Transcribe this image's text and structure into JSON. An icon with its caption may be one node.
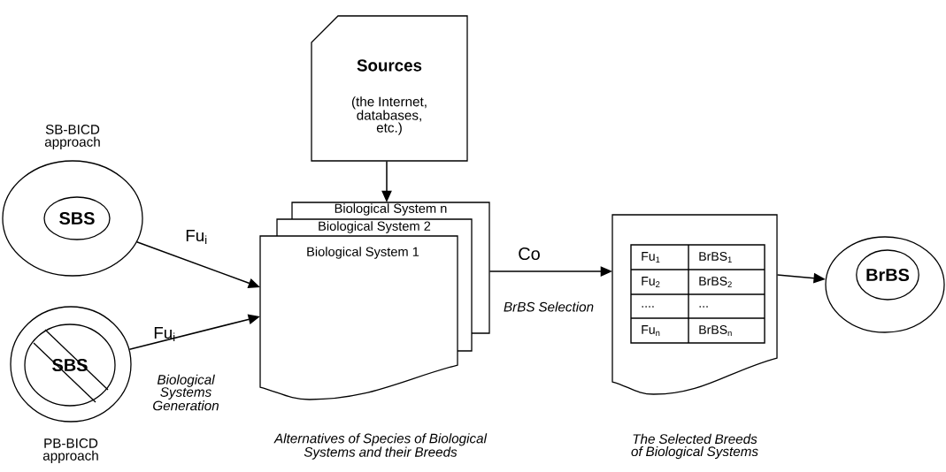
{
  "diagram": {
    "nodes": [
      {
        "text": [
          "SB-BICD approach"
        ]
      },
      {
        "text": [
          "SBS"
        ],
        "in": 0
      },
      {
        "text": [
          "PB-BICD approach"
        ]
      },
      {
        "text": [
          "SBS"
        ],
        "in": 2
      },
      {
        "text": [
          "Sources",
          "(the Internet, databases, etc.)"
        ]
      },
      {
        "text": [
          "Biological System n",
          "Biological System 2",
          "Biological System 1"
        ]
      },
      {
        "text": [],
        "shape": "document"
      },
      {
        "text": [],
        "shape": "circle"
      },
      {
        "text": [
          "BrBS"
        ],
        "in": 7
      }
    ],
    "edges": [
      {
        "from": 0,
        "to": 5,
        "arrow": "to",
        "label": "Fu$_{i}$"
      },
      {
        "from": 2,
        "to": 5,
        "arrow": "to",
        "label": "Fu$_{i}$"
      },
      {
        "from": 4,
        "to": 5,
        "arrow": "to"
      },
      {
        "from": 5,
        "to": 6,
        "arrow": "to",
        "label": "Co"
      },
      {
        "from": 6,
        "to": 7,
        "arrow": "to"
      }
    ],
    "labels": [
      "Biological Systems Generation",
      "BrBS Selection",
      "Fu$_{1}$",
      "BrBS$_{1}$",
      "Fu$_{2}$",
      "BrBS$_{2}$",
      "....",
      "...",
      "Fu$_{n}$",
      "BrBS$_{n}$",
      "Alternatives of Species of Biological Systems and their Breeds",
      "The Selected Breeds of Biological Systems"
    ]
  }
}
